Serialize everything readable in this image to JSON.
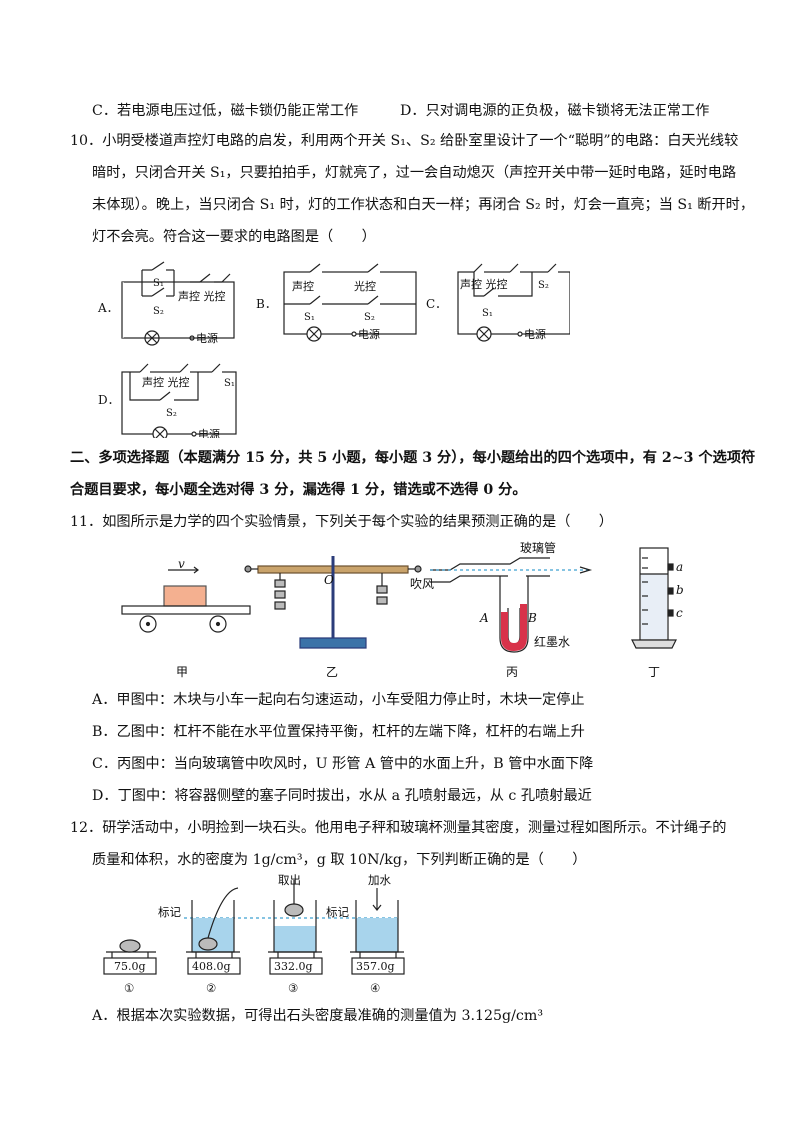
{
  "q9": {
    "optC": "C．若电源电压过低，磁卡锁仍能正常工作",
    "optD": "D．只对调电源的正负极，磁卡锁将无法正常工作"
  },
  "q10": {
    "l1": "10．小明受楼道声控灯电路的启发，利用两个开关 S₁、S₂ 给卧室里设计了一个“聪明”的电路：白天光线较",
    "l2": "暗时，只闭合开关 S₁，只要拍拍手，灯就亮了，过一会自动熄灭（声控开关中带一延时电路，延时电路",
    "l3": "未体现）。晚上，当只闭合 S₁ 时，灯的工作状态和白天一样；再闭合 S₂ 时，灯会一直亮；当 S₁ 断开时，",
    "l4": "灯不会亮。符合这一要求的电路图是（　　）",
    "labels": {
      "A": "A．",
      "B": "B．",
      "C": "C．",
      "D": "D．",
      "sound": "声控",
      "light": "光控",
      "soundlight": "声控 光控",
      "power": "电源",
      "s1": "S₁",
      "s2": "S₂"
    }
  },
  "sec2": {
    "l1": "二、多项选择题（本题满分 15 分，共 5 小题，每小题 3 分），每小题给出的四个选项中，有 2~3 个选项符",
    "l2": "合题目要求，每小题全选对得 3 分，漏选得 1 分，错选或不选得 0 分。"
  },
  "q11": {
    "stem": "11．如图所示是力学的四个实验情景，下列关于每个实验的结果预测正确的是（　　）",
    "fig": {
      "v": "v",
      "o": "O",
      "glass": "玻璃管",
      "blow": "吹风",
      "a_tube": "A",
      "b_tube": "B",
      "ink": "红墨水",
      "ha": "a",
      "hb": "b",
      "hc": "c",
      "cap1": "甲",
      "cap2": "乙",
      "cap3": "丙",
      "cap4": "丁"
    },
    "optA": "A．甲图中：木块与小车一起向右匀速运动，小车受阻力停止时，木块一定停止",
    "optB": "B．乙图中：杠杆不能在水平位置保持平衡，杠杆的左端下降，杠杆的右端上升",
    "optC": "C．丙图中：当向玻璃管中吹风时，U 形管 A 管中的水面上升，B 管中水面下降",
    "optD": "D．丁图中：将容器侧壁的塞子同时拔出，水从 a 孔喷射最远，从 c 孔喷射最近"
  },
  "q12": {
    "l1": "12．研学活动中，小明捡到一块石头。他用电子秤和玻璃杯测量其密度，测量过程如图所示。不计绳子的",
    "l2": "质量和体积，水的密度为 1g/cm³，g 取 10N/kg，下列判断正确的是（　　）",
    "fig": {
      "take": "取出",
      "add": "加水",
      "mark1": "标记",
      "mark2": "标记",
      "w1": "75.0g",
      "w2": "408.0g",
      "w3": "332.0g",
      "w4": "357.0g",
      "n1": "①",
      "n2": "②",
      "n3": "③",
      "n4": "④"
    },
    "optA": "A．根据本次实验数据，可得出石头密度最准确的测量值为 3.125g/cm³"
  }
}
